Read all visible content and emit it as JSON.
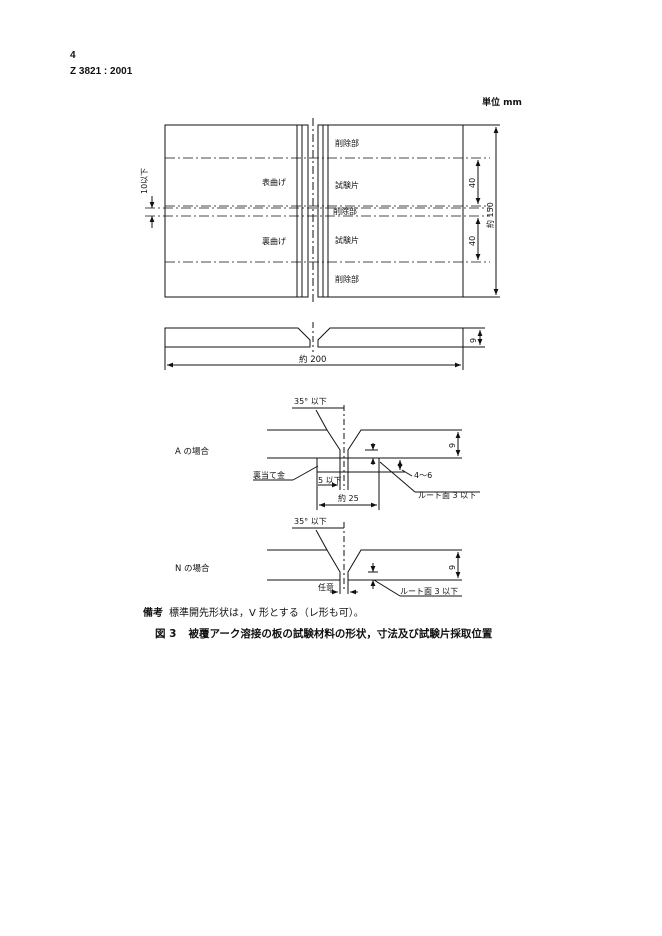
{
  "header": {
    "page_number": "4",
    "standard": "Z 3821 : 2001"
  },
  "figure": {
    "unit": "単位 mm",
    "plate": {
      "removed_label": "削除部",
      "specimen_label": "試験片",
      "face_bend": "表曲げ",
      "root_bend": "裏曲げ",
      "left_dim": "10以下",
      "dim_40": "40",
      "dim_150": "約 150",
      "dim_9": "9",
      "dim_200": "約 200"
    },
    "case_a": {
      "label": "A の場合",
      "angle": "35° 以下",
      "thickness": "9",
      "backing": "裏当て金",
      "gap": "5 以下",
      "width": "約 25",
      "backing_thk": "4〜6",
      "root_face": "ルート面 3 以下"
    },
    "case_n": {
      "label": "N の場合",
      "angle": "35° 以下",
      "thickness": "9",
      "gap": "任意",
      "root_face": "ルート面 3 以下"
    },
    "note_label": "備考",
    "note_text": "標準開先形状は，V 形とする（レ形も可）。",
    "caption_num": "図 3",
    "caption_text": "被覆アーク溶接の板の試験材料の形状，寸法及び試験片採取位置"
  }
}
